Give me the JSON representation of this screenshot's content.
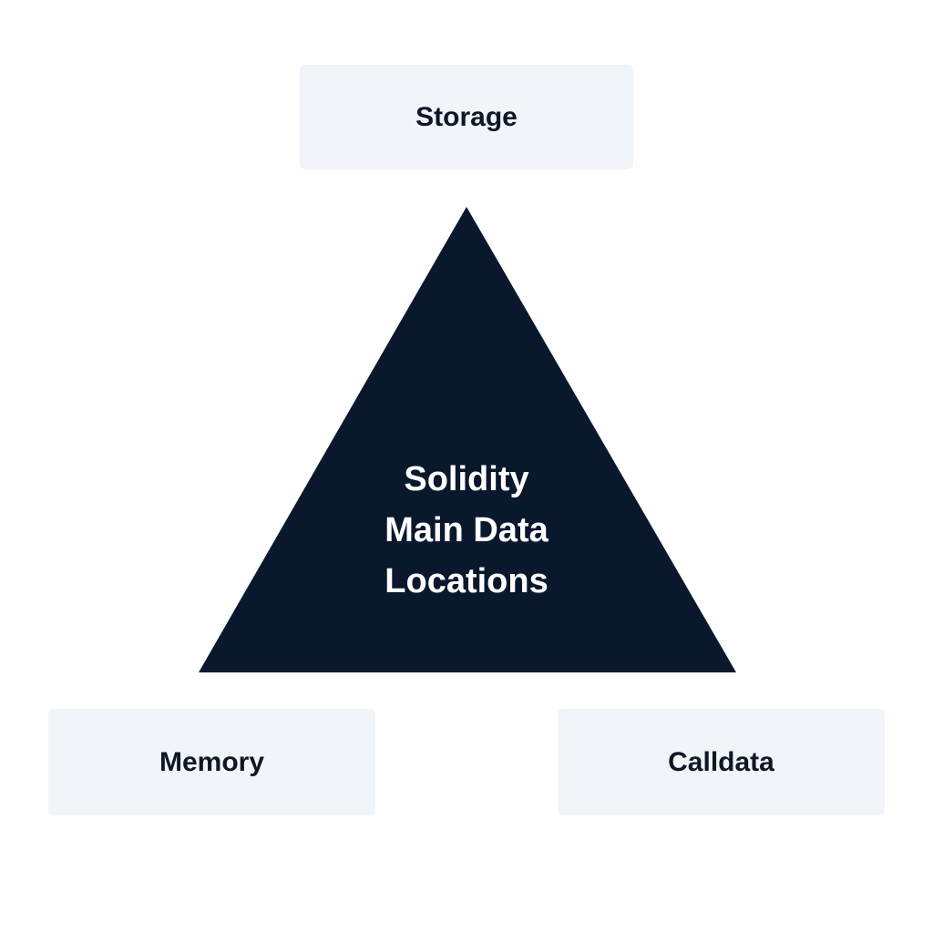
{
  "center": {
    "lines": [
      "Solidity",
      "Main Data",
      "Locations"
    ]
  },
  "locations": {
    "storage": "Storage",
    "memory": "Memory",
    "calldata": "Calldata"
  },
  "colors": {
    "triangle": "#0a182e",
    "box": "#f1f5fa",
    "text": "#0f1626"
  }
}
